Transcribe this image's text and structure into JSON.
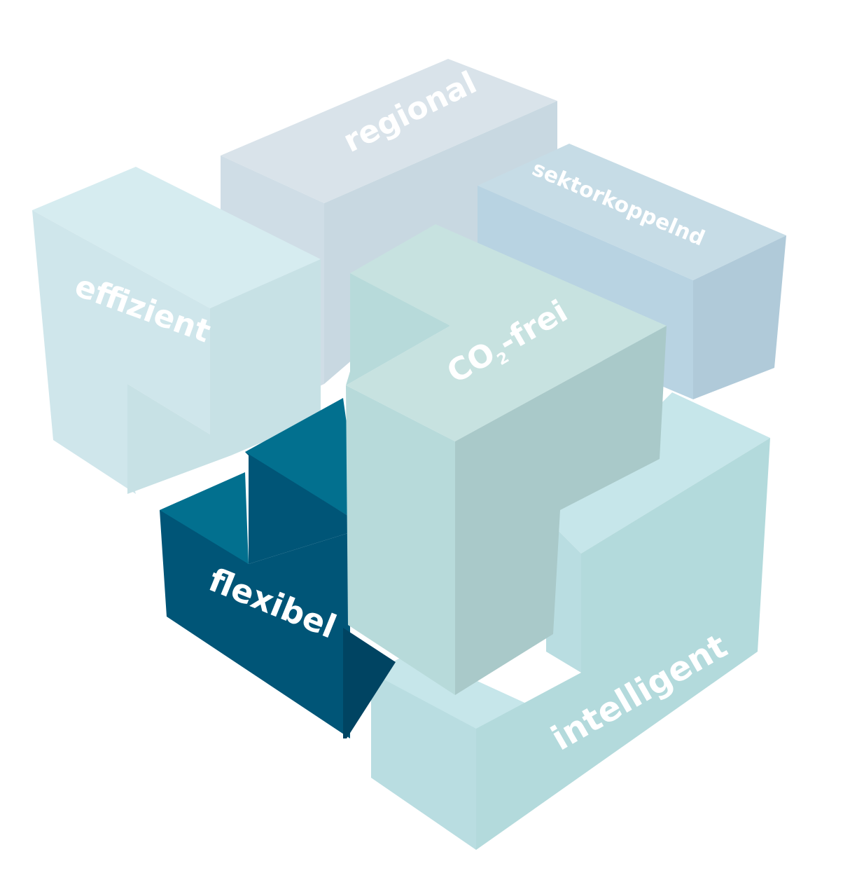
{
  "blocks": {
    "regional": {
      "label": "regional"
    },
    "sektorkoppelnd": {
      "label": "sektorkoppelnd"
    },
    "effizient": {
      "label": "effizient"
    },
    "co2frei": {
      "label_main": "CO",
      "label_sub": "2",
      "label_suffix": "-frei"
    },
    "flexibel": {
      "label": "flexibel"
    },
    "intelligent": {
      "label": "intelligent"
    }
  },
  "colors": {
    "regional": [
      "#d9e3ea",
      "#cfdde6",
      "#c8d8e1"
    ],
    "sektorkoppelnd": [
      "#c6dce6",
      "#b8d3e2",
      "#b0cad9"
    ],
    "effizient": [
      "#d6ecf0",
      "#cfe6eb",
      "#c7e1e5"
    ],
    "co2frei": [
      "#c7e2e0",
      "#b7dada",
      "#a9c9c9"
    ],
    "flexibel": [
      "#02708f",
      "#005577",
      "#004462"
    ],
    "intelligent": [
      "#c6e6ea",
      "#b9dde1",
      "#b3dadc"
    ]
  }
}
